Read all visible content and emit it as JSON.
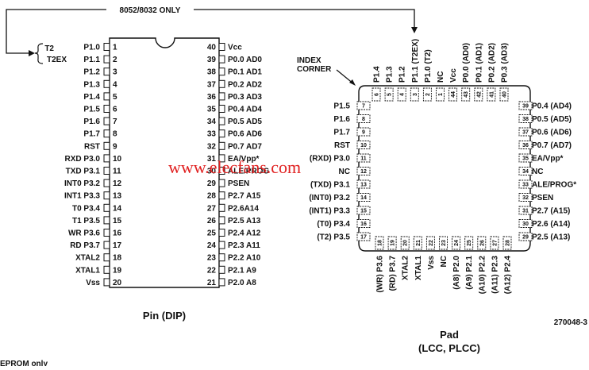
{
  "header": {
    "top_note": "8052/8032 ONLY",
    "t2_labels": [
      "T2",
      "T2EX"
    ],
    "footnote": "EPROM only"
  },
  "watermark": {
    "text": "www.elecfans.com",
    "color": "#e02020"
  },
  "dip": {
    "caption": "Pin (DIP)",
    "left_pins": [
      {
        "num": "1",
        "label": "P1.0"
      },
      {
        "num": "2",
        "label": "P1.1"
      },
      {
        "num": "3",
        "label": "P1.2"
      },
      {
        "num": "4",
        "label": "P1.3"
      },
      {
        "num": "5",
        "label": "P1.4"
      },
      {
        "num": "6",
        "label": "P1.5"
      },
      {
        "num": "7",
        "label": "P1.6"
      },
      {
        "num": "8",
        "label": "P1.7"
      },
      {
        "num": "9",
        "label": "RST"
      },
      {
        "num": "10",
        "label": "RXD P3.0"
      },
      {
        "num": "11",
        "label": "TXD P3.1"
      },
      {
        "num": "12",
        "label": "INT0 P3.2"
      },
      {
        "num": "13",
        "label": "INT1 P3.3"
      },
      {
        "num": "14",
        "label": "T0 P3.4"
      },
      {
        "num": "15",
        "label": "T1 P3.5"
      },
      {
        "num": "16",
        "label": "WR P3.6"
      },
      {
        "num": "17",
        "label": "RD P3.7"
      },
      {
        "num": "18",
        "label": "XTAL2"
      },
      {
        "num": "19",
        "label": "XTAL1"
      },
      {
        "num": "20",
        "label": "Vss"
      }
    ],
    "right_pins": [
      {
        "num": "40",
        "label": "Vcc"
      },
      {
        "num": "39",
        "label": "P0.0 AD0"
      },
      {
        "num": "38",
        "label": "P0.1 AD1"
      },
      {
        "num": "37",
        "label": "P0.2 AD2"
      },
      {
        "num": "36",
        "label": "P0.3 AD3"
      },
      {
        "num": "35",
        "label": "P0.4 AD4"
      },
      {
        "num": "34",
        "label": "P0.5 AD5"
      },
      {
        "num": "33",
        "label": "P0.6 AD6"
      },
      {
        "num": "32",
        "label": "P0.7 AD7"
      },
      {
        "num": "31",
        "label": "EA/Vpp*"
      },
      {
        "num": "30",
        "label": "ALE/PROG"
      },
      {
        "num": "29",
        "label": "PSEN"
      },
      {
        "num": "28",
        "label": "P2.7 A15"
      },
      {
        "num": "27",
        "label": "P2.6A14"
      },
      {
        "num": "26",
        "label": "P2.5 A13"
      },
      {
        "num": "25",
        "label": "P2.4 A12"
      },
      {
        "num": "24",
        "label": "P2.3 A11"
      },
      {
        "num": "23",
        "label": "P2.2 A10"
      },
      {
        "num": "22",
        "label": "P2.1 A9"
      },
      {
        "num": "21",
        "label": "P2.0 A8"
      }
    ]
  },
  "plcc": {
    "caption_line1": "Pad",
    "caption_line2": "(LCC, PLCC)",
    "index_label_line1": "INDEX",
    "index_label_line2": "CORNER",
    "figure_id": "270048-3",
    "top_pads": [
      {
        "num": "6",
        "label": "P1.4"
      },
      {
        "num": "5",
        "label": "P1.3"
      },
      {
        "num": "4",
        "label": "P1.2"
      },
      {
        "num": "3",
        "label": "P1.1 (T2EX)"
      },
      {
        "num": "2",
        "label": "P1.0 (T2)"
      },
      {
        "num": "1",
        "label": "NC"
      },
      {
        "num": "44",
        "label": "Vcc"
      },
      {
        "num": "43",
        "label": "P0.0 (AD0)"
      },
      {
        "num": "42",
        "label": "P0.1 (AD1)"
      },
      {
        "num": "41",
        "label": "P0.2 (AD2)"
      },
      {
        "num": "40",
        "label": "P0.3 (AD3)"
      }
    ],
    "left_pads": [
      {
        "num": "7",
        "label": "P1.5"
      },
      {
        "num": "8",
        "label": "P1.6"
      },
      {
        "num": "9",
        "label": "P1.7"
      },
      {
        "num": "10",
        "label": "RST"
      },
      {
        "num": "11",
        "label": "(RXD) P3.0"
      },
      {
        "num": "12",
        "label": "NC"
      },
      {
        "num": "13",
        "label": "(TXD) P3.1"
      },
      {
        "num": "14",
        "label": "(INT0) P3.2"
      },
      {
        "num": "15",
        "label": "(INT1) P3.3"
      },
      {
        "num": "16",
        "label": "(T0) P3.4"
      },
      {
        "num": "17",
        "label": "(T2) P3.5"
      }
    ],
    "right_pads": [
      {
        "num": "39",
        "label": "P0.4 (AD4)"
      },
      {
        "num": "38",
        "label": "P0.5 (AD5)"
      },
      {
        "num": "37",
        "label": "P0.6 (AD6)"
      },
      {
        "num": "36",
        "label": "P0.7 (AD7)"
      },
      {
        "num": "35",
        "label": "EA/Vpp*"
      },
      {
        "num": "34",
        "label": "NC"
      },
      {
        "num": "33",
        "label": "ALE/PROG*"
      },
      {
        "num": "32",
        "label": "PSEN"
      },
      {
        "num": "31",
        "label": "P2.7 (A15)"
      },
      {
        "num": "30",
        "label": "P2.6 (A14)"
      },
      {
        "num": "29",
        "label": "P2.5 (A13)"
      }
    ],
    "bottom_pads": [
      {
        "num": "18",
        "label": "(WR) P3.6"
      },
      {
        "num": "19",
        "label": "(RD) P3.7"
      },
      {
        "num": "20",
        "label": "XTAL2"
      },
      {
        "num": "21",
        "label": "XTAL1"
      },
      {
        "num": "22",
        "label": "Vss"
      },
      {
        "num": "23",
        "label": "NC"
      },
      {
        "num": "24",
        "label": "(A8) P2.0"
      },
      {
        "num": "25",
        "label": "(A9) P2.1"
      },
      {
        "num": "26",
        "label": "(A10) P2.2"
      },
      {
        "num": "27",
        "label": "(A11) P2.3"
      },
      {
        "num": "28",
        "label": "(A12) P2.4"
      }
    ]
  }
}
